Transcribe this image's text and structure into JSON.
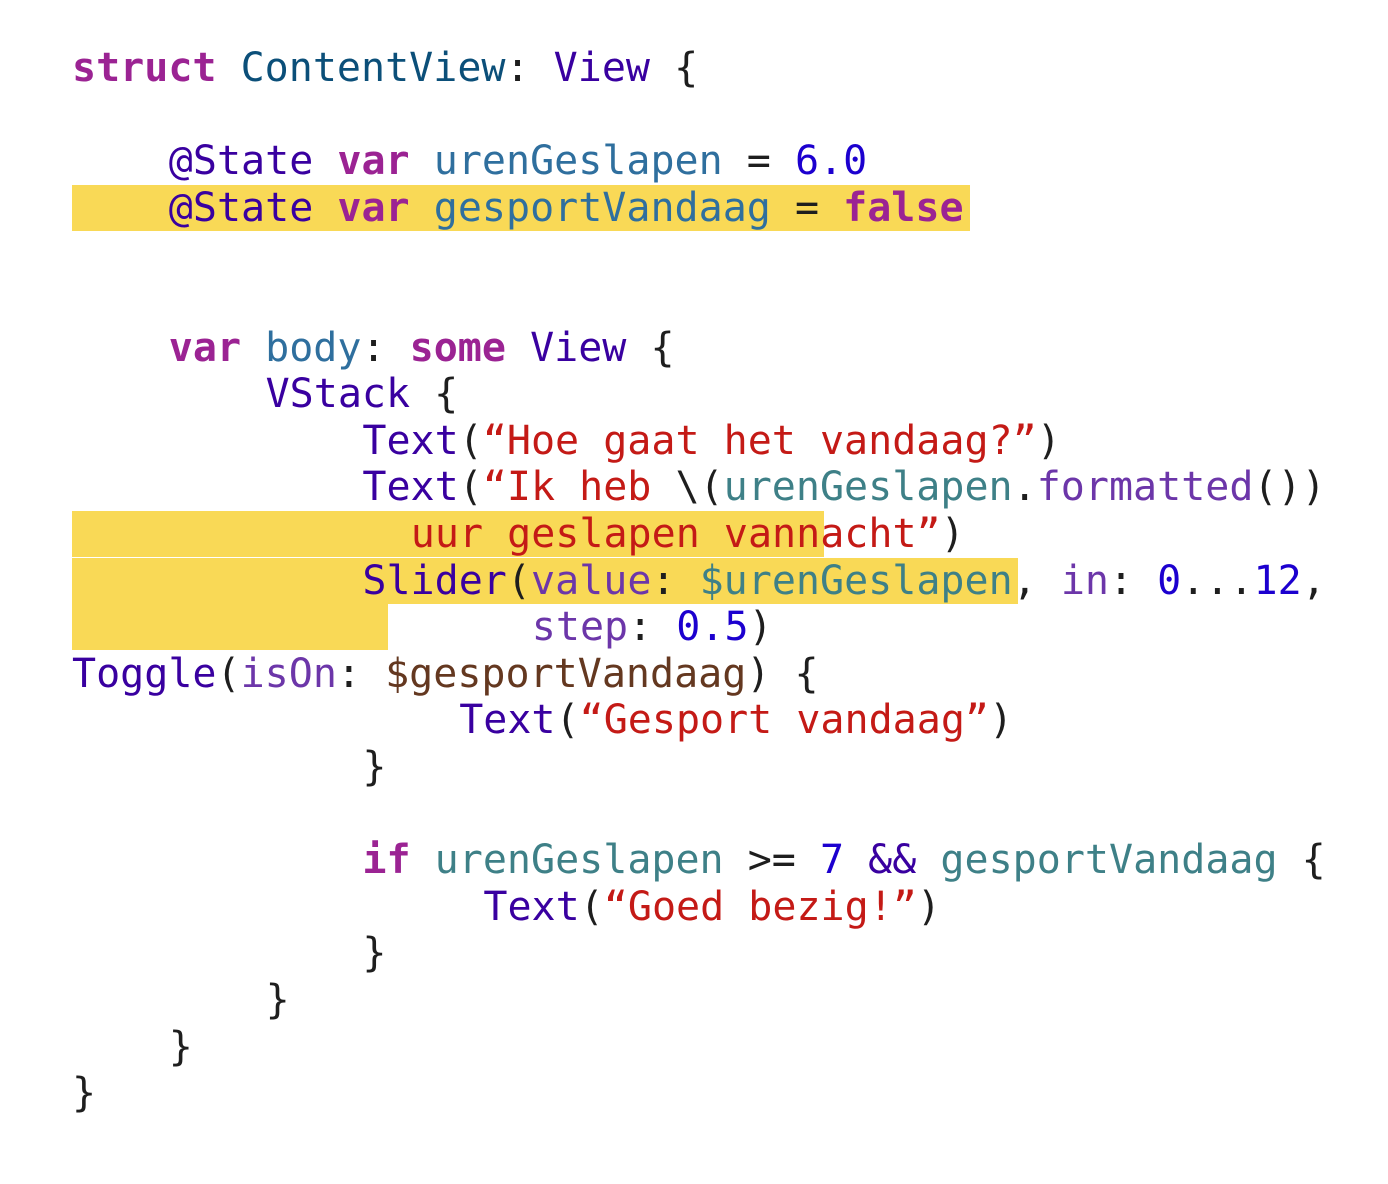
{
  "colors": {
    "keyword": "#9b2393",
    "type": "#3900a0",
    "declared_type": "#0b4f79",
    "property": "#2f6f9e",
    "number": "#1c00cf",
    "string": "#c41a16",
    "function": "#6c36a9",
    "variable": "#3e8087",
    "plain": "#1e1e1e",
    "highlight": "#f9d956",
    "background": "#ffffff"
  },
  "code": {
    "highlighted_lines": [
      3,
      10,
      11,
      12
    ],
    "lines": [
      {
        "indent": 0,
        "tokens": [
          {
            "k": "kw",
            "t": "struct"
          },
          {
            "k": "t",
            "t": " "
          },
          {
            "k": "dt",
            "t": "ContentView"
          },
          {
            "k": "t",
            "t": ": "
          },
          {
            "k": "ty",
            "t": "View"
          },
          {
            "k": "t",
            "t": " {"
          }
        ]
      },
      {
        "indent": 0,
        "tokens": []
      },
      {
        "indent": 4,
        "tokens": [
          {
            "k": "ty",
            "t": "@State"
          },
          {
            "k": "t",
            "t": " "
          },
          {
            "k": "kw",
            "t": "var"
          },
          {
            "k": "t",
            "t": " "
          },
          {
            "k": "pr",
            "t": "urenGeslapen"
          },
          {
            "k": "t",
            "t": " = "
          },
          {
            "k": "nm",
            "t": "6.0"
          }
        ]
      },
      {
        "indent": 4,
        "tokens": [
          {
            "k": "ty",
            "t": "@State"
          },
          {
            "k": "t",
            "t": " "
          },
          {
            "k": "kw",
            "t": "var"
          },
          {
            "k": "t",
            "t": " "
          },
          {
            "k": "pr",
            "t": "gesportVandaag"
          },
          {
            "k": "t",
            "t": " = "
          },
          {
            "k": "kw",
            "t": "false"
          }
        ]
      },
      {
        "indent": 0,
        "tokens": []
      },
      {
        "indent": 0,
        "tokens": []
      },
      {
        "indent": 4,
        "tokens": [
          {
            "k": "kw",
            "t": "var"
          },
          {
            "k": "t",
            "t": " "
          },
          {
            "k": "pr",
            "t": "body"
          },
          {
            "k": "t",
            "t": ": "
          },
          {
            "k": "kw",
            "t": "some"
          },
          {
            "k": "t",
            "t": " "
          },
          {
            "k": "ty",
            "t": "View"
          },
          {
            "k": "t",
            "t": " {"
          }
        ]
      },
      {
        "indent": 8,
        "tokens": [
          {
            "k": "ty",
            "t": "VStack"
          },
          {
            "k": "t",
            "t": " {"
          }
        ]
      },
      {
        "indent": 12,
        "tokens": [
          {
            "k": "ty",
            "t": "Text"
          },
          {
            "k": "t",
            "t": "("
          },
          {
            "k": "st",
            "t": "“Hoe gaat het vandaag?”"
          },
          {
            "k": "t",
            "t": ")"
          }
        ]
      },
      {
        "indent": 12,
        "tokens": [
          {
            "k": "ty",
            "t": "Text"
          },
          {
            "k": "t",
            "t": "("
          },
          {
            "k": "st",
            "t": "“Ik heb "
          },
          {
            "k": "t",
            "t": "\\("
          },
          {
            "k": "vr",
            "t": "urenGeslapen"
          },
          {
            "k": "t",
            "t": "."
          },
          {
            "k": "fn",
            "t": "formatted"
          },
          {
            "k": "t",
            "t": "())"
          }
        ]
      },
      {
        "indent": 14,
        "tokens": [
          {
            "k": "st",
            "t": "uur geslapen vannacht”"
          },
          {
            "k": "t",
            "t": ")"
          }
        ]
      },
      {
        "indent": 12,
        "tokens": [
          {
            "k": "ty",
            "t": "Slider"
          },
          {
            "k": "t",
            "t": "("
          },
          {
            "k": "fn",
            "t": "value"
          },
          {
            "k": "t",
            "t": ": "
          },
          {
            "k": "vr",
            "t": "$urenGeslapen"
          },
          {
            "k": "t",
            "t": ", "
          },
          {
            "k": "fn",
            "t": "in"
          },
          {
            "k": "t",
            "t": ": "
          },
          {
            "k": "nm",
            "t": "0"
          },
          {
            "k": "t",
            "t": "..."
          },
          {
            "k": "nm",
            "t": "12"
          },
          {
            "k": "t",
            "t": ","
          }
        ]
      },
      {
        "indent": 19,
        "tokens": [
          {
            "k": "fn",
            "t": "step"
          },
          {
            "k": "t",
            "t": ": "
          },
          {
            "k": "nm",
            "t": "0.5"
          },
          {
            "k": "t",
            "t": ")"
          }
        ]
      },
      {
        "indent": 0,
        "tokens": [
          {
            "k": "ty",
            "t": "Toggle"
          },
          {
            "k": "t",
            "t": "("
          },
          {
            "k": "fn",
            "t": "isOn"
          },
          {
            "k": "t",
            "t": ": "
          },
          {
            "k": "at",
            "t": "$gesportVandaag"
          },
          {
            "k": "t",
            "t": ") {"
          }
        ]
      },
      {
        "indent": 16,
        "tokens": [
          {
            "k": "ty",
            "t": "Text"
          },
          {
            "k": "t",
            "t": "("
          },
          {
            "k": "st",
            "t": "“Gesport vandaag”"
          },
          {
            "k": "t",
            "t": ")"
          }
        ]
      },
      {
        "indent": 12,
        "tokens": [
          {
            "k": "t",
            "t": "}"
          }
        ]
      },
      {
        "indent": 0,
        "tokens": []
      },
      {
        "indent": 12,
        "tokens": [
          {
            "k": "kw",
            "t": "if"
          },
          {
            "k": "t",
            "t": " "
          },
          {
            "k": "vr",
            "t": "urenGeslapen"
          },
          {
            "k": "t",
            "t": " >= "
          },
          {
            "k": "nm",
            "t": "7"
          },
          {
            "k": "t",
            "t": " "
          },
          {
            "k": "ty",
            "t": "&&"
          },
          {
            "k": "t",
            "t": " "
          },
          {
            "k": "vr",
            "t": "gesportVandaag"
          },
          {
            "k": "t",
            "t": " {"
          }
        ]
      },
      {
        "indent": 17,
        "tokens": [
          {
            "k": "ty",
            "t": "Text"
          },
          {
            "k": "t",
            "t": "("
          },
          {
            "k": "st",
            "t": "“Goed bezig!”"
          },
          {
            "k": "t",
            "t": ")"
          }
        ]
      },
      {
        "indent": 12,
        "tokens": [
          {
            "k": "t",
            "t": "}"
          }
        ]
      },
      {
        "indent": 8,
        "tokens": [
          {
            "k": "t",
            "t": "}"
          }
        ]
      },
      {
        "indent": 4,
        "tokens": [
          {
            "k": "t",
            "t": "}"
          }
        ]
      },
      {
        "indent": 0,
        "tokens": [
          {
            "k": "t",
            "t": "}"
          }
        ]
      }
    ]
  }
}
